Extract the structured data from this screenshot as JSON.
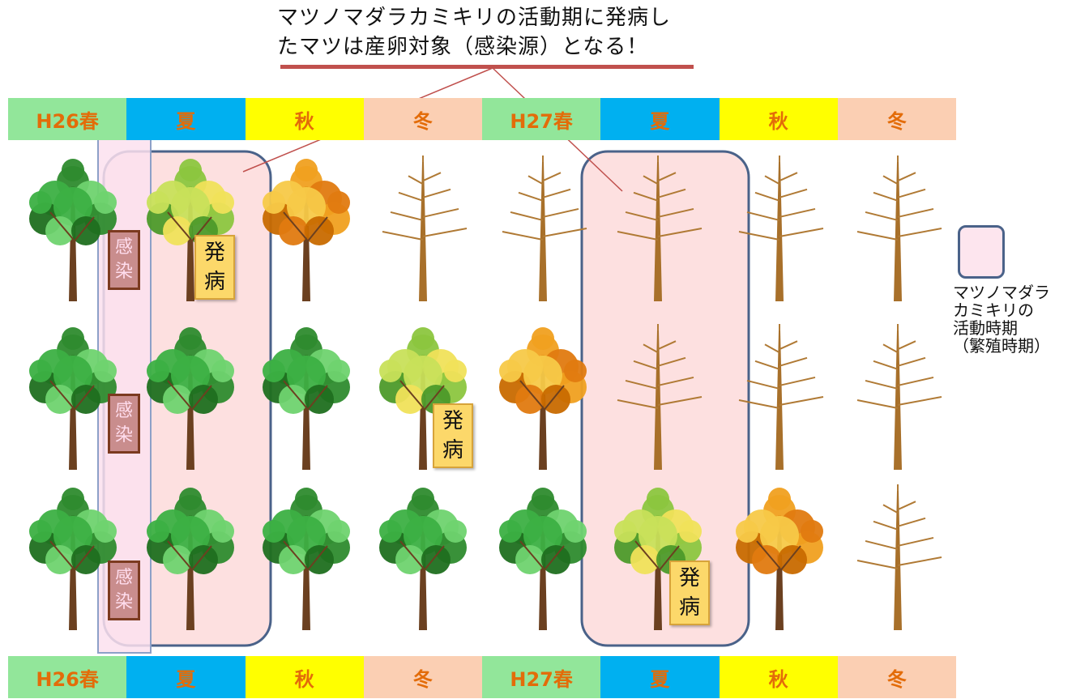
{
  "callout": {
    "line1": "マツノマダラカミキリの活動期に発病し",
    "line2": "たマツは産卵対象（感染源）となる！"
  },
  "seasons": [
    {
      "label": "H26春",
      "color": "#92e69a"
    },
    {
      "label": "夏",
      "color": "#00b0f0"
    },
    {
      "label": "秋",
      "color": "#ffff00"
    },
    {
      "label": "冬",
      "color": "#fbcfb3"
    },
    {
      "label": "H27春",
      "color": "#92e69a"
    },
    {
      "label": "夏",
      "color": "#00b0f0"
    },
    {
      "label": "秋",
      "color": "#ffff00"
    },
    {
      "label": "冬",
      "color": "#fbcfb3"
    }
  ],
  "infection_tag": {
    "char1": "感",
    "char2": "染"
  },
  "disease_tag": {
    "char1": "発",
    "char2": "病"
  },
  "tree_states": [
    [
      "green",
      "yellow",
      "orange",
      "dead",
      "dead",
      "dead",
      "dead",
      "dead"
    ],
    [
      "green",
      "green",
      "green",
      "yellow",
      "orange",
      "dead",
      "dead",
      "dead"
    ],
    [
      "green",
      "green",
      "green",
      "green",
      "green",
      "yellow",
      "orange",
      "dead"
    ]
  ],
  "legend": {
    "line1": "マツノマダラ",
    "line2": "カミキリの",
    "line3": "活動時期",
    "line4": "（繁殖時期）"
  },
  "colors": {
    "activity_fill": "#fde0e0",
    "activity_border": "#4a6289",
    "infection_fill": "#fbe0ee",
    "callout_line": "#c0504d",
    "season_text": "#e36c09"
  }
}
